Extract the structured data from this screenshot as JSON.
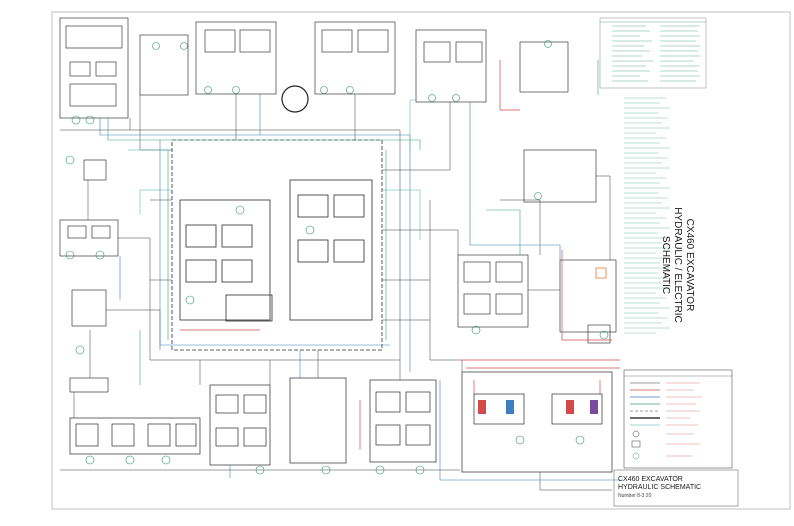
{
  "document": {
    "side_title_line1": "CX460 EXCAVATOR",
    "side_title_line2": "HYDRAULIC / ELECTRIC",
    "side_title_line3": "SCHEMATIC",
    "bottom_title_line1": "CX460 EXCAVATOR",
    "bottom_title_line2": "HYDRAULIC SCHEMATIC",
    "bottom_title_line3": "Number 8-3 20"
  },
  "colors": {
    "line_black": "#3a3a3a",
    "line_blue": "#3f7fbf",
    "line_green": "#3fa07a",
    "line_red": "#d24a4a",
    "line_cyan": "#49a9a9",
    "accent_orange": "#e07a3a",
    "accent_purple": "#7a4aa0"
  }
}
